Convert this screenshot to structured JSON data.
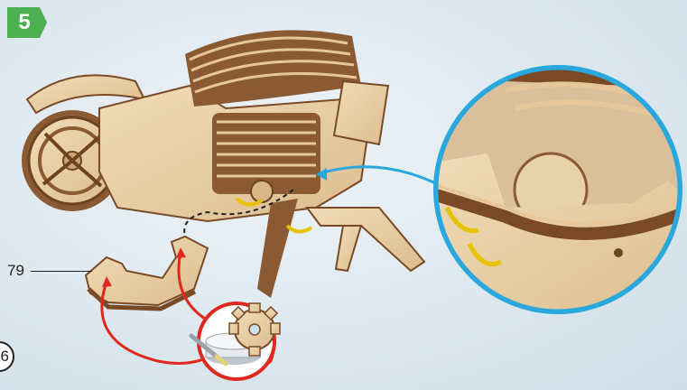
{
  "step": {
    "number": "5"
  },
  "part": {
    "number": "79"
  },
  "corner": {
    "count": "6"
  },
  "icons": [
    "glue-pot-icon",
    "gear-part-icon",
    "brush-icon"
  ],
  "colors": {
    "step_badge": "#4caf50",
    "callout_ring": "#2aa7dd",
    "glue_arrows": "#e0281e",
    "wood_light": "#e8cfa6",
    "wood_dark": "#7a4a26"
  }
}
